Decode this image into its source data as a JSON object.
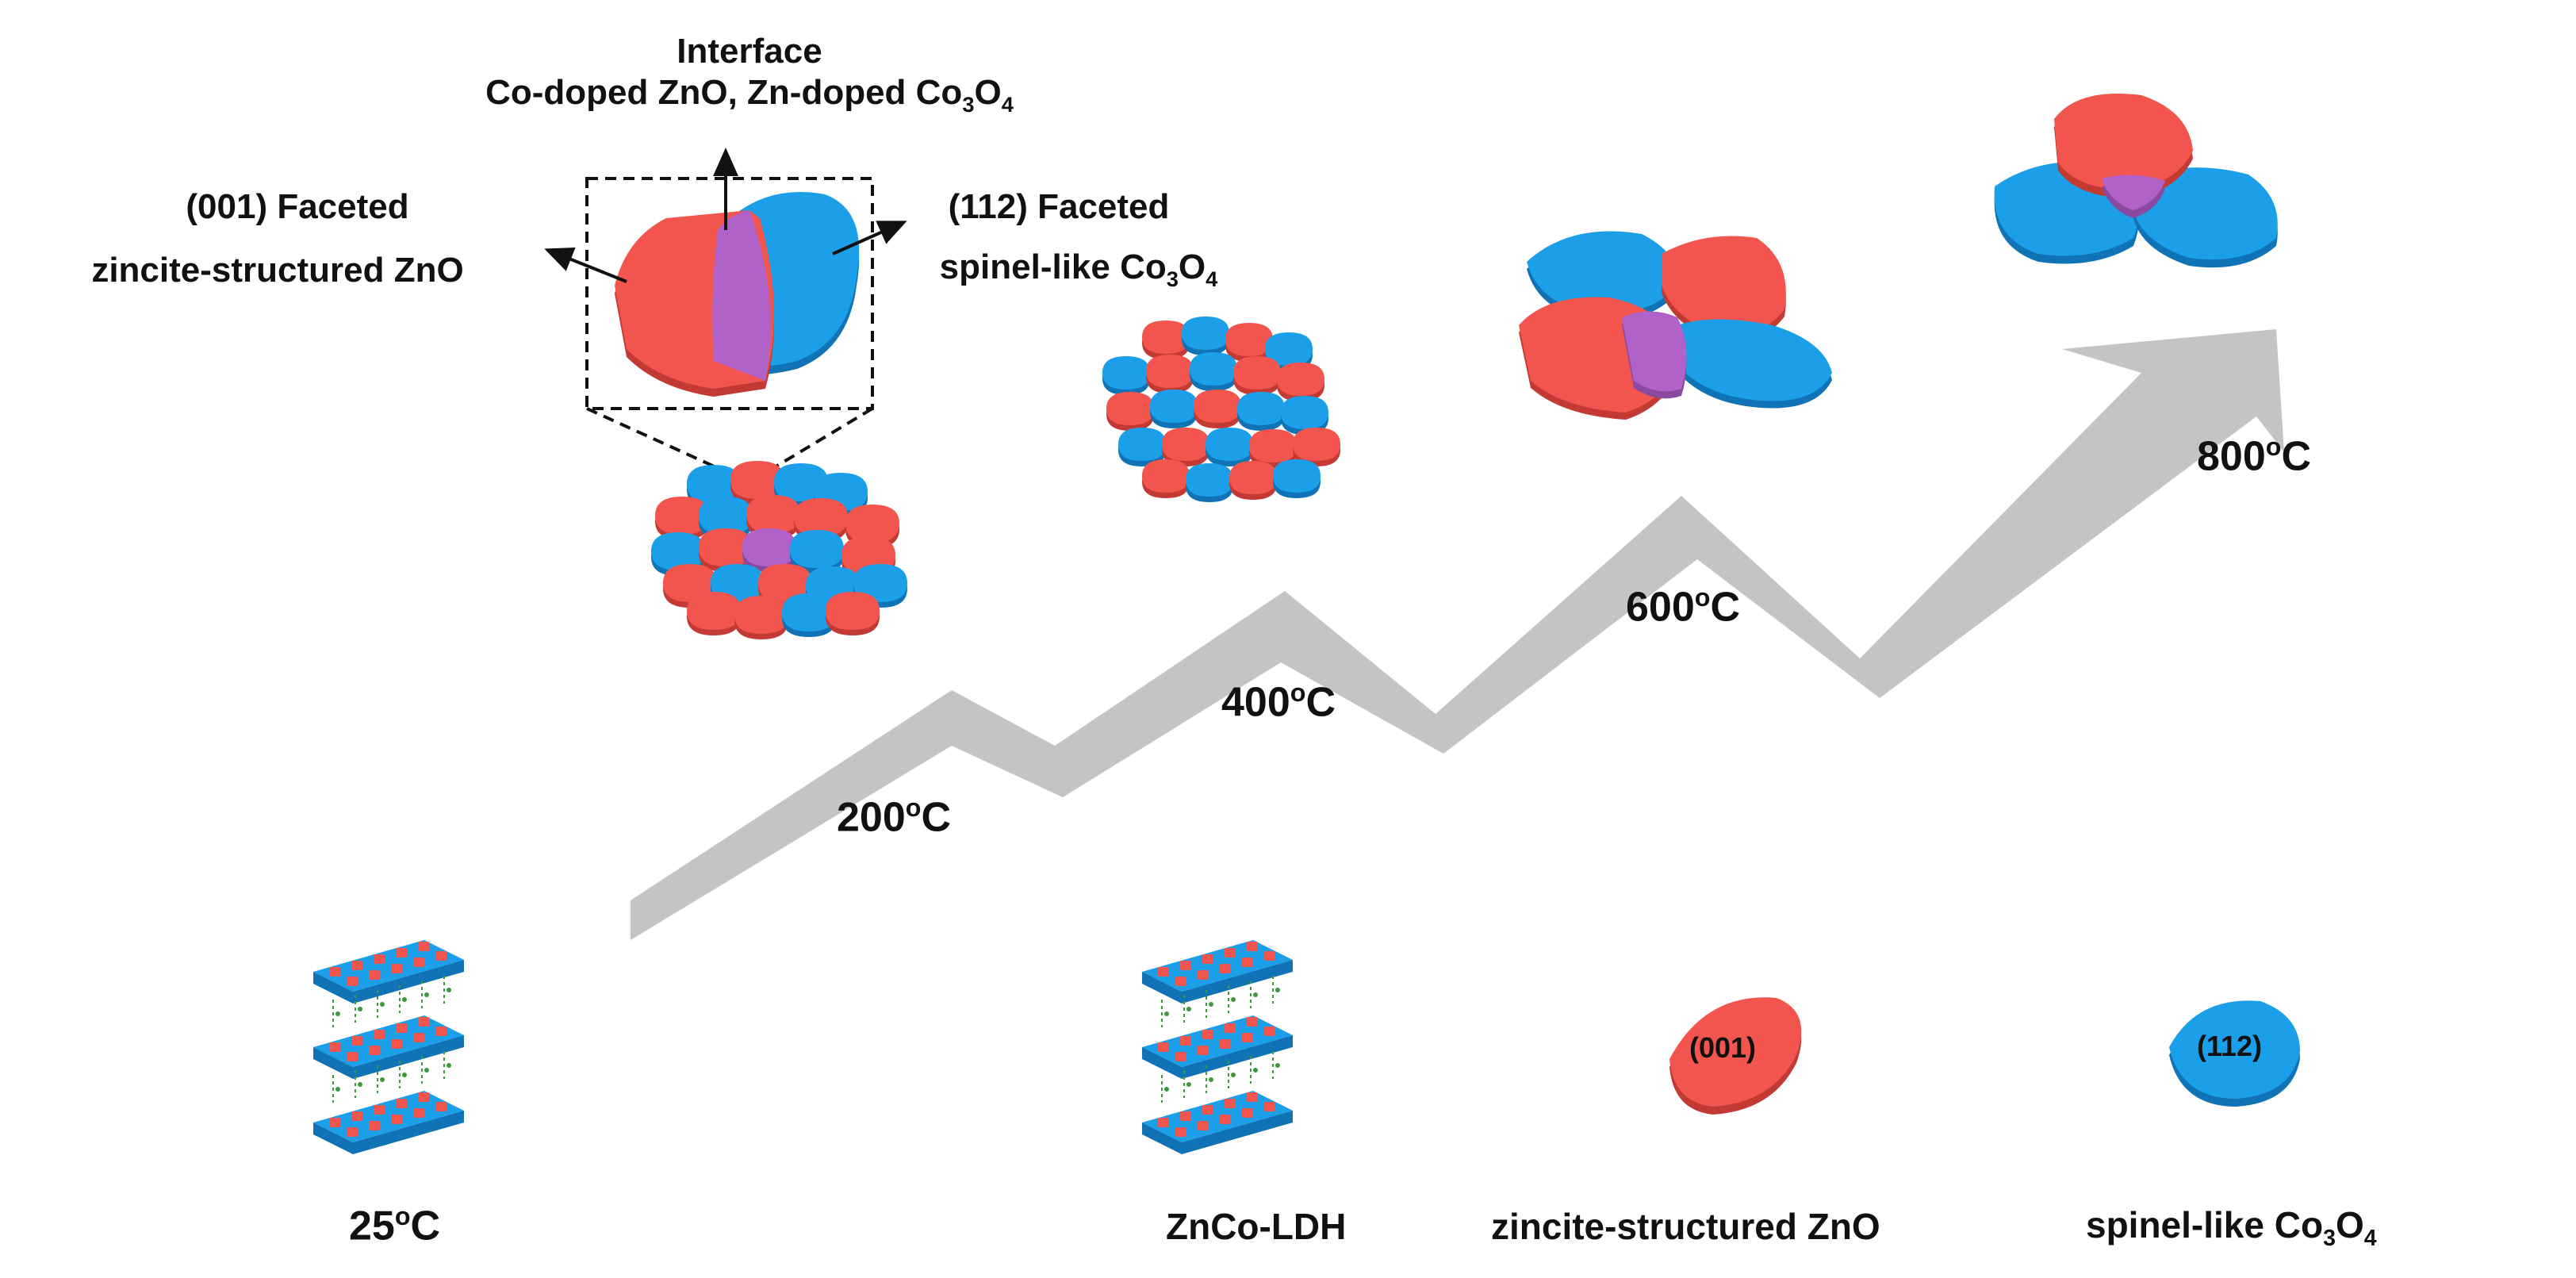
{
  "colors": {
    "zno": "#f2544e",
    "zno_dark": "#c33a35",
    "co3o4": "#1b9fe8",
    "co3o4_dark": "#0f73b5",
    "interface": "#b062c9",
    "arrow": "#c4c4c4",
    "linker": "#3a9a3a"
  },
  "callout": {
    "interface_title": "Interface",
    "interface_detail_pre": "Co-doped ZnO, Zn-doped Co",
    "interface_detail_sub1": "3",
    "interface_detail_mid": "O",
    "interface_detail_sub2": "4",
    "left_line1": "(001) Faceted",
    "left_line2": "zincite-structured ZnO",
    "right_line1": "(112) Faceted",
    "right_line2_pre": "spinel-like Co",
    "right_line2_sub1": "3",
    "right_line2_mid": "O",
    "right_line2_sub2": "4"
  },
  "temperatures": {
    "t25": {
      "value": "25",
      "sup": "o",
      "unit": "C"
    },
    "t200": {
      "value": "200",
      "sup": "o",
      "unit": "C"
    },
    "t400": {
      "value": "400",
      "sup": "o",
      "unit": "C"
    },
    "t600": {
      "value": "600",
      "sup": "o",
      "unit": "C"
    },
    "t800": {
      "value": "800",
      "sup": "o",
      "unit": "C"
    }
  },
  "legend": {
    "ldh_label": "ZnCo-LDH",
    "zno_label": "zincite-structured  ZnO",
    "zno_facet": "(001)",
    "co_label_pre": "spinel-like Co",
    "co_label_sub1": "3",
    "co_label_mid": "O",
    "co_label_sub2": "4",
    "co_facet": "(112)"
  }
}
